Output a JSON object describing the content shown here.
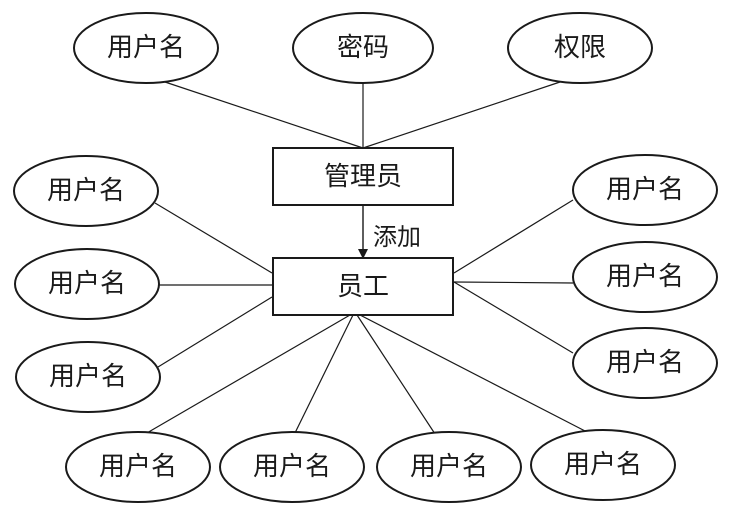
{
  "diagram": {
    "admin_entity": {
      "label": "管理员",
      "attributes": [
        "用户名",
        "密码",
        "权限"
      ]
    },
    "relationship_label": "添加",
    "employee_entity": {
      "label": "员工",
      "attributes_left": [
        "用户名",
        "用户名",
        "用户名"
      ],
      "attributes_right": [
        "用户名",
        "用户名",
        "用户名"
      ],
      "attributes_bottom": [
        "用户名",
        "用户名",
        "用户名",
        "用户名"
      ]
    }
  }
}
